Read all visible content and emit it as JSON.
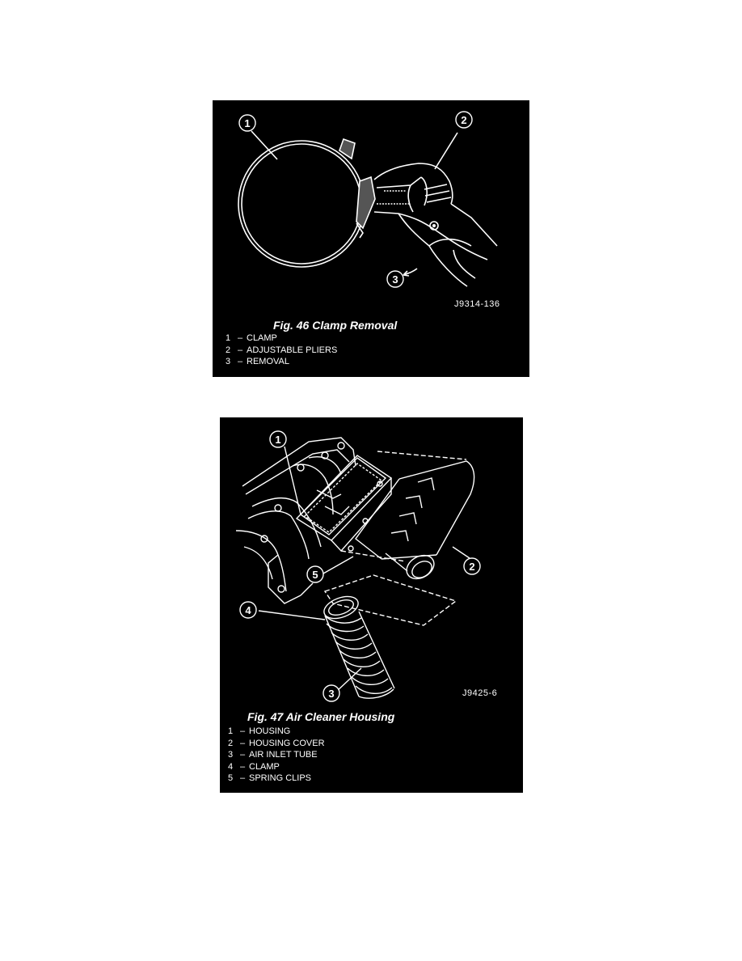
{
  "page": {
    "background": "#ffffff",
    "figure_background": "#000000",
    "line_color": "#ffffff"
  },
  "figures": [
    {
      "number": "46",
      "title": "Fig. 46 Clamp Removal",
      "ref_code": "J9314-136",
      "callouts": [
        "1",
        "2",
        "3"
      ],
      "legend": [
        {
          "num": "1",
          "dash": "–",
          "label": "CLAMP"
        },
        {
          "num": "2",
          "dash": "–",
          "label": "ADJUSTABLE PLIERS"
        },
        {
          "num": "3",
          "dash": "–",
          "label": "REMOVAL"
        }
      ]
    },
    {
      "number": "47",
      "title": "Fig. 47 Air Cleaner Housing",
      "ref_code": "J9425-6",
      "callouts": [
        "1",
        "2",
        "3",
        "4",
        "5"
      ],
      "legend": [
        {
          "num": "1",
          "dash": "–",
          "label": "HOUSING"
        },
        {
          "num": "2",
          "dash": "–",
          "label": "HOUSING COVER"
        },
        {
          "num": "3",
          "dash": "–",
          "label": "AIR INLET TUBE"
        },
        {
          "num": "4",
          "dash": "–",
          "label": "CLAMP"
        },
        {
          "num": "5",
          "dash": "–",
          "label": "SPRING CLIPS"
        }
      ]
    }
  ]
}
